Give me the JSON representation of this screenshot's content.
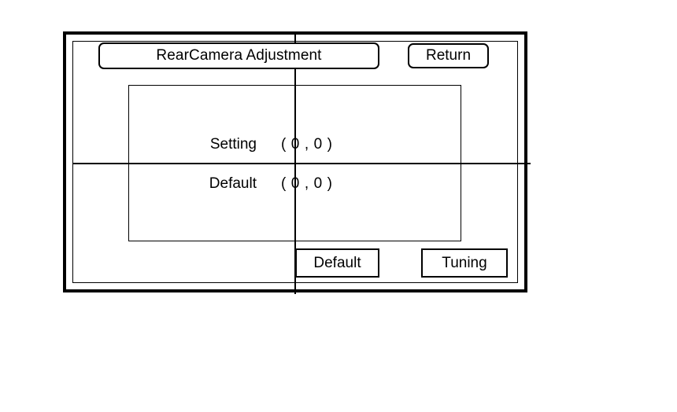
{
  "screen": {
    "name": "rearcamera-adjustment-dialog",
    "background_color": "#ffffff",
    "line_color": "#000000"
  },
  "header": {
    "title": "RearCamera Adjustment",
    "return_label": "Return"
  },
  "values_table": {
    "rows": [
      {
        "label": "Setting",
        "value": "( 0 , 0 )"
      },
      {
        "label": "Default",
        "value": "( 0 , 0 )"
      }
    ]
  },
  "actions": {
    "default_label": "Default",
    "tuning_label": "Tuning"
  },
  "guides": {
    "vertical_crosshair": "vertical-center-line",
    "horizontal_crosshair": "horizontal-center-line"
  }
}
